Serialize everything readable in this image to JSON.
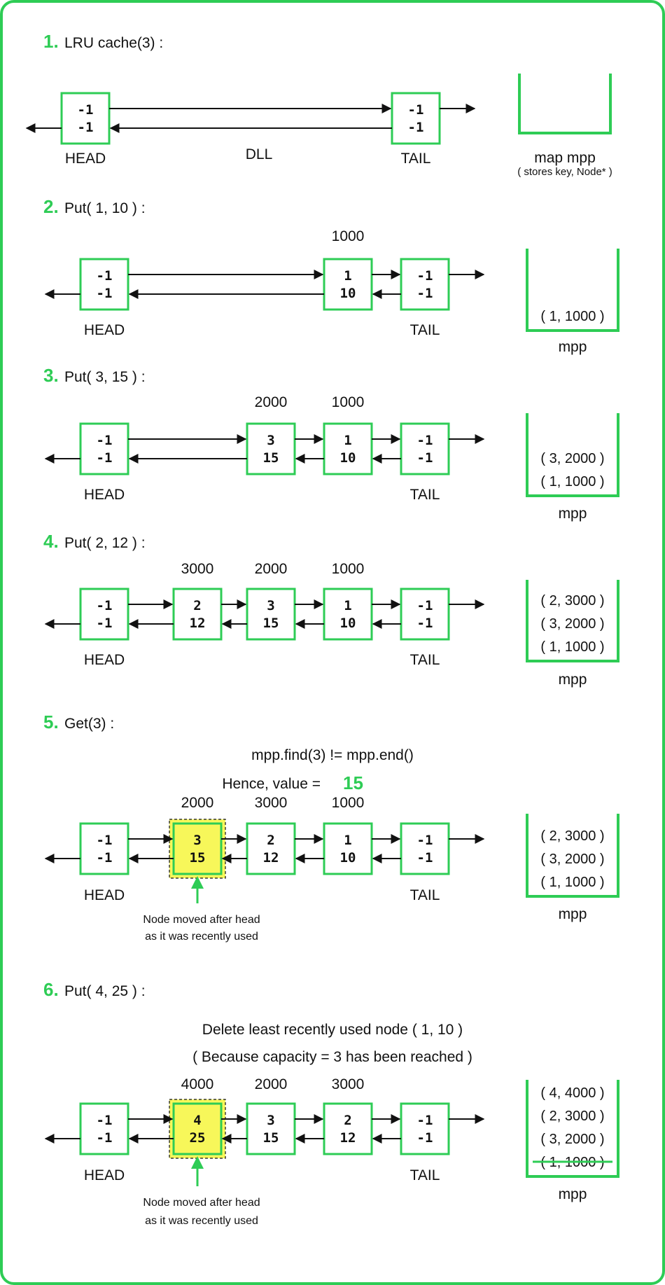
{
  "accent_color": "#2ecc55",
  "highlight_color": "#f7f75a",
  "steps": [
    {
      "number": "1.",
      "title": "LRU cache(3) :",
      "addresses": [],
      "nodes": [
        {
          "key": "-1",
          "value": "-1",
          "label": "HEAD"
        },
        {
          "key": "-1",
          "value": "-1",
          "label": "TAIL"
        }
      ],
      "link_label": "DLL",
      "map_entries": [],
      "map_label": "map mpp",
      "map_note": "( stores key, Node* )"
    },
    {
      "number": "2.",
      "title": "Put( 1, 10 ) :",
      "addresses": [
        "1000"
      ],
      "nodes": [
        {
          "key": "-1",
          "value": "-1",
          "label": "HEAD"
        },
        {
          "key": "1",
          "value": "10",
          "label": ""
        },
        {
          "key": "-1",
          "value": "-1",
          "label": "TAIL"
        }
      ],
      "map_entries": [
        "( 1, 1000 )"
      ],
      "map_label": "mpp"
    },
    {
      "number": "3.",
      "title": "Put( 3, 15 ) :",
      "addresses": [
        "2000",
        "1000"
      ],
      "nodes": [
        {
          "key": "-1",
          "value": "-1",
          "label": "HEAD"
        },
        {
          "key": "3",
          "value": "15",
          "label": ""
        },
        {
          "key": "1",
          "value": "10",
          "label": ""
        },
        {
          "key": "-1",
          "value": "-1",
          "label": "TAIL"
        }
      ],
      "map_entries": [
        "( 3, 2000 )",
        "( 1, 1000 )"
      ],
      "map_label": "mpp"
    },
    {
      "number": "4.",
      "title": "Put( 2, 12 ) :",
      "addresses": [
        "3000",
        "2000",
        "1000"
      ],
      "nodes": [
        {
          "key": "-1",
          "value": "-1",
          "label": "HEAD"
        },
        {
          "key": "2",
          "value": "12",
          "label": ""
        },
        {
          "key": "3",
          "value": "15",
          "label": ""
        },
        {
          "key": "1",
          "value": "10",
          "label": ""
        },
        {
          "key": "-1",
          "value": "-1",
          "label": "TAIL"
        }
      ],
      "map_entries": [
        "( 2, 3000 )",
        "( 3, 2000 )",
        "( 1, 1000 )"
      ],
      "map_label": "mpp"
    },
    {
      "number": "5.",
      "title": "Get(3) :",
      "notes": [
        "mpp.find(3) != mpp.end()"
      ],
      "value_prefix": "Hence, value = ",
      "value": "15",
      "addresses": [
        "2000",
        "3000",
        "1000"
      ],
      "nodes": [
        {
          "key": "-1",
          "value": "-1",
          "label": "HEAD"
        },
        {
          "key": "3",
          "value": "15",
          "label": "",
          "highlighted": true
        },
        {
          "key": "2",
          "value": "12",
          "label": ""
        },
        {
          "key": "1",
          "value": "10",
          "label": ""
        },
        {
          "key": "-1",
          "value": "-1",
          "label": "TAIL"
        }
      ],
      "callout": [
        "Node moved after head",
        "as it was recently used"
      ],
      "map_entries": [
        "( 2, 3000 )",
        "( 3, 2000 )",
        "( 1, 1000 )"
      ],
      "map_label": "mpp"
    },
    {
      "number": "6.",
      "title": "Put( 4, 25 ) :",
      "notes": [
        "Delete least recently used node ( 1, 10 )",
        "( Because capacity = 3 has been reached )"
      ],
      "addresses": [
        "4000",
        "2000",
        "3000"
      ],
      "nodes": [
        {
          "key": "-1",
          "value": "-1",
          "label": "HEAD"
        },
        {
          "key": "4",
          "value": "25",
          "label": "",
          "highlighted": true
        },
        {
          "key": "3",
          "value": "15",
          "label": ""
        },
        {
          "key": "2",
          "value": "12",
          "label": ""
        },
        {
          "key": "-1",
          "value": "-1",
          "label": "TAIL"
        }
      ],
      "callout": [
        "Node moved after head",
        "as it was recently used"
      ],
      "map_entries": [
        "( 4, 4000 )",
        "( 2, 3000 )",
        "( 3, 2000 )",
        "( 1, 1000 )"
      ],
      "map_struck_entry": 3,
      "map_label": "mpp"
    }
  ]
}
